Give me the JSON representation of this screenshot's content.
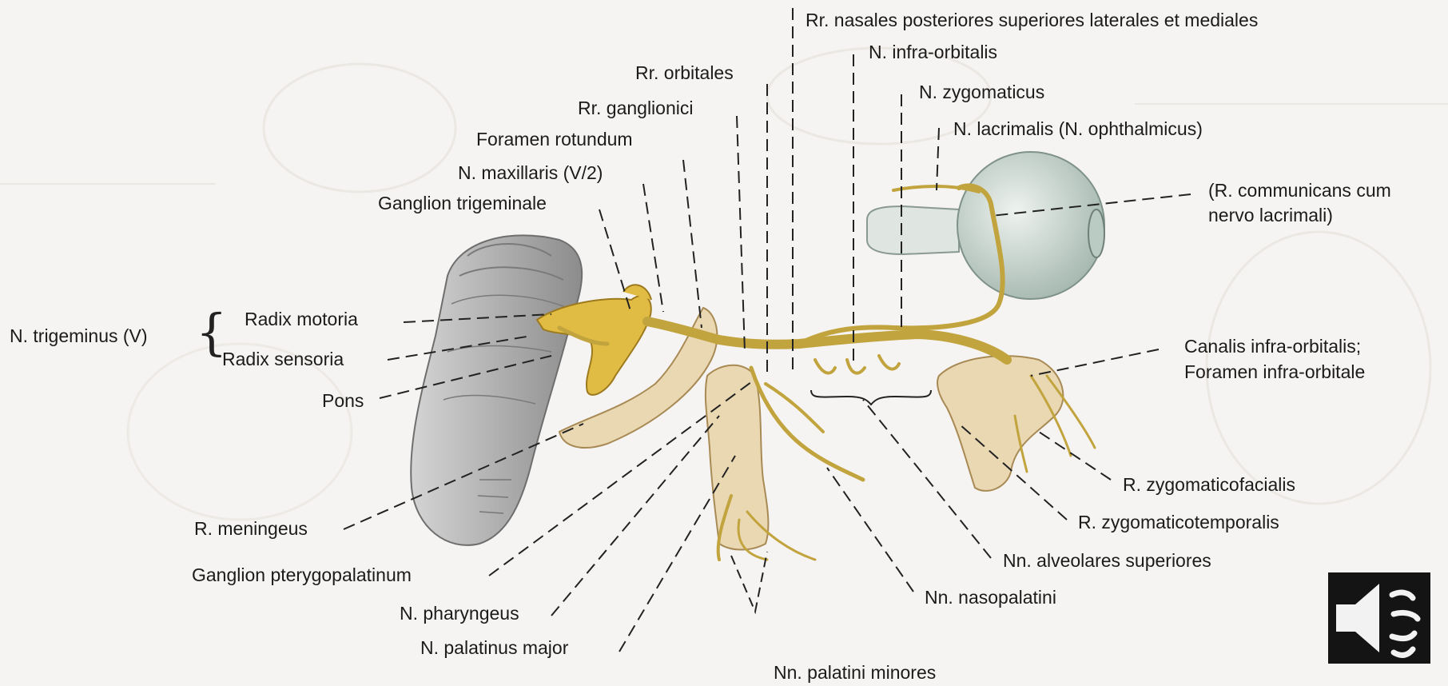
{
  "labels": {
    "trigeminus": "N. trigeminus (V)",
    "radix_motoria": "Radix motoria",
    "radix_sensoria": "Radix sensoria",
    "pons": "Pons",
    "ganglion_trigeminale": "Ganglion trigeminale",
    "maxillaris": "N. maxillaris (V/2)",
    "foramen_rotundum": "Foramen rotundum",
    "rr_ganglionici": "Rr. ganglionici",
    "rr_orbitales": "Rr. orbitales",
    "rr_nasales": "Rr. nasales posteriores superiores laterales et mediales",
    "infra_orbitalis": "N. infra-orbitalis",
    "zygomaticus": "N. zygomaticus",
    "lacrimalis": "N. lacrimalis (N. ophthalmicus)",
    "communicans_1": "(R. communicans cum",
    "communicans_2": "nervo lacrimali)",
    "canalis_1": "Canalis infra-orbitalis;",
    "canalis_2": "Foramen infra-orbitale",
    "zygomaticofacialis": "R. zygomaticofacialis",
    "zygomaticotemporalis": "R. zygomaticotemporalis",
    "alveolares": "Nn. alveolares superiores",
    "nasopalatini": "Nn. nasopalatini",
    "palatini_minores": "Nn. palatini minores",
    "meningeus": "R. meningeus",
    "pterygopalatinum": "Ganglion pterygopalatinum",
    "pharyngeus": "N. pharyngeus",
    "palatinus_major": "N. palatinus major"
  },
  "speaker_icon": "speaker-volume-icon",
  "colors": {
    "nerve": "#d8b440",
    "bone": "#e9d6b0",
    "brainstem": "#bdbdbd",
    "eyeball": "#c9d6d0",
    "background": "#f6f4f2"
  }
}
